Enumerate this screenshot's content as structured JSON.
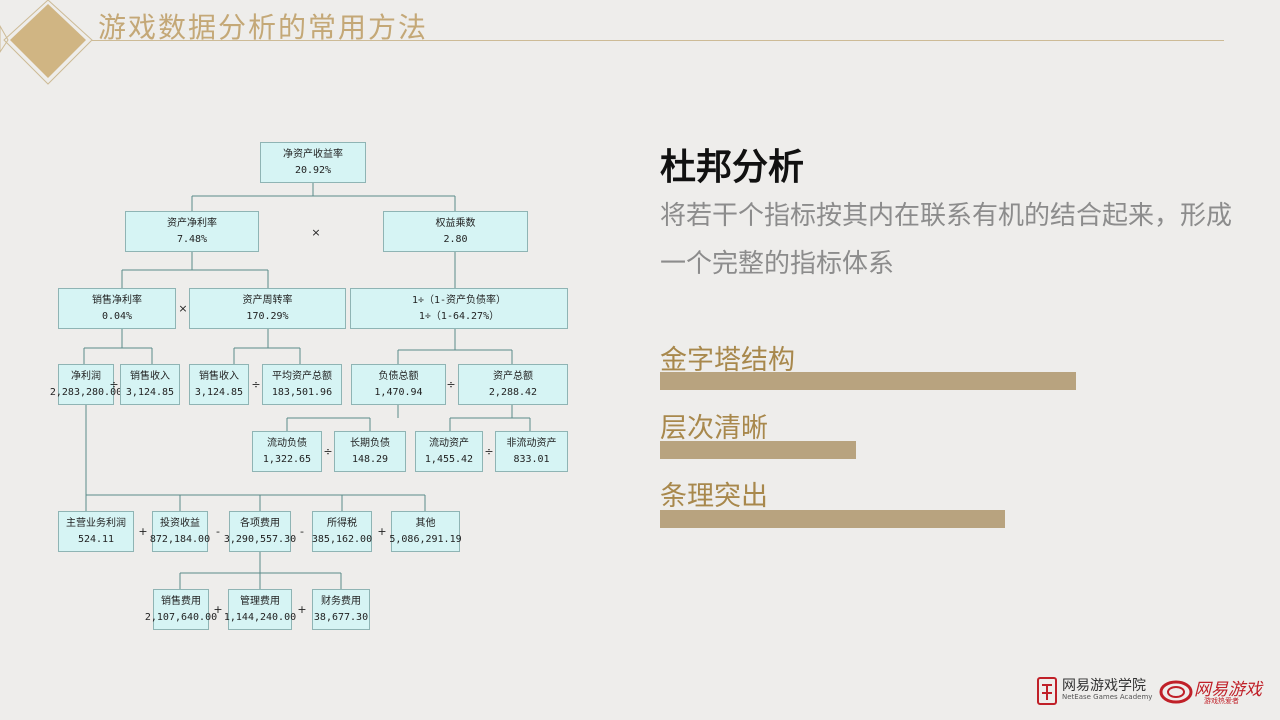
{
  "header": {
    "title": "游戏数据分析的常用方法"
  },
  "tree": {
    "root": {
      "label": "净资产收益率",
      "value": "20.92%"
    },
    "l1_left": {
      "label": "资产净利率",
      "value": "7.48%"
    },
    "l1_right": {
      "label": "权益乘数",
      "value": "2.80"
    },
    "l1_op": "×",
    "l2_a": {
      "label": "销售净利率",
      "value": "0.04%"
    },
    "l2_b": {
      "label": "资产周转率",
      "value": "170.29%"
    },
    "l2_c": {
      "label": "1÷（1-资产负债率）",
      "value": "1÷（1-64.27%）"
    },
    "l2_op": "×",
    "l3_a": {
      "label": "净利润",
      "value": "2,283,280.00"
    },
    "l3_b": {
      "label": "销售收入",
      "value": "3,124.85"
    },
    "l3_c": {
      "label": "销售收入",
      "value": "3,124.85"
    },
    "l3_d": {
      "label": "平均资产总额",
      "value": "183,501.96"
    },
    "l3_e": {
      "label": "负债总额",
      "value": "1,470.94"
    },
    "l3_f": {
      "label": "资产总额",
      "value": "2,288.42"
    },
    "l3_op1": "÷",
    "l3_op2": "÷",
    "l3_op3": "÷",
    "l4_a": {
      "label": "流动负债",
      "value": "1,322.65"
    },
    "l4_b": {
      "label": "长期负债",
      "value": "148.29"
    },
    "l4_c": {
      "label": "流动资产",
      "value": "1,455.42"
    },
    "l4_d": {
      "label": "非流动资产",
      "value": "833.01"
    },
    "l4_op1": "÷",
    "l4_op2": "÷",
    "l5_a": {
      "label": "主营业务利润",
      "value": "524.11"
    },
    "l5_b": {
      "label": "投资收益",
      "value": "872,184.00"
    },
    "l5_c": {
      "label": "各项费用",
      "value": "3,290,557.30"
    },
    "l5_d": {
      "label": "所得税",
      "value": "385,162.00"
    },
    "l5_e": {
      "label": "其他",
      "value": "5,086,291.19"
    },
    "l5_op1": "+",
    "l5_op2": "-",
    "l5_op3": "-",
    "l5_op4": "+",
    "l6_a": {
      "label": "销售费用",
      "value": "2,107,640.00"
    },
    "l6_b": {
      "label": "管理费用",
      "value": "1,144,240.00"
    },
    "l6_c": {
      "label": "财务费用",
      "value": "38,677.30"
    },
    "l6_op1": "+",
    "l6_op2": "+"
  },
  "right": {
    "title": "杜邦分析",
    "description": "将若干个指标按其内在联系有机的结合起来，形成一个完整的指标体系",
    "features": [
      {
        "label": "金字塔结构",
        "level": 1.0
      },
      {
        "label": "层次清晰",
        "level": 0.47
      },
      {
        "label": "条理突出",
        "level": 0.83
      }
    ]
  },
  "footer": {
    "academy_cn": "网易游戏学院",
    "academy_en": "NetEase Games Academy",
    "games_cn": "网易游戏",
    "games_sub": "游戏热爱者"
  },
  "colors": {
    "accent": "#c4a877",
    "bar": "#b8a37f",
    "node_fill": "#d6f4f4",
    "node_border": "#8fb4b4",
    "brand_red": "#c02028"
  }
}
